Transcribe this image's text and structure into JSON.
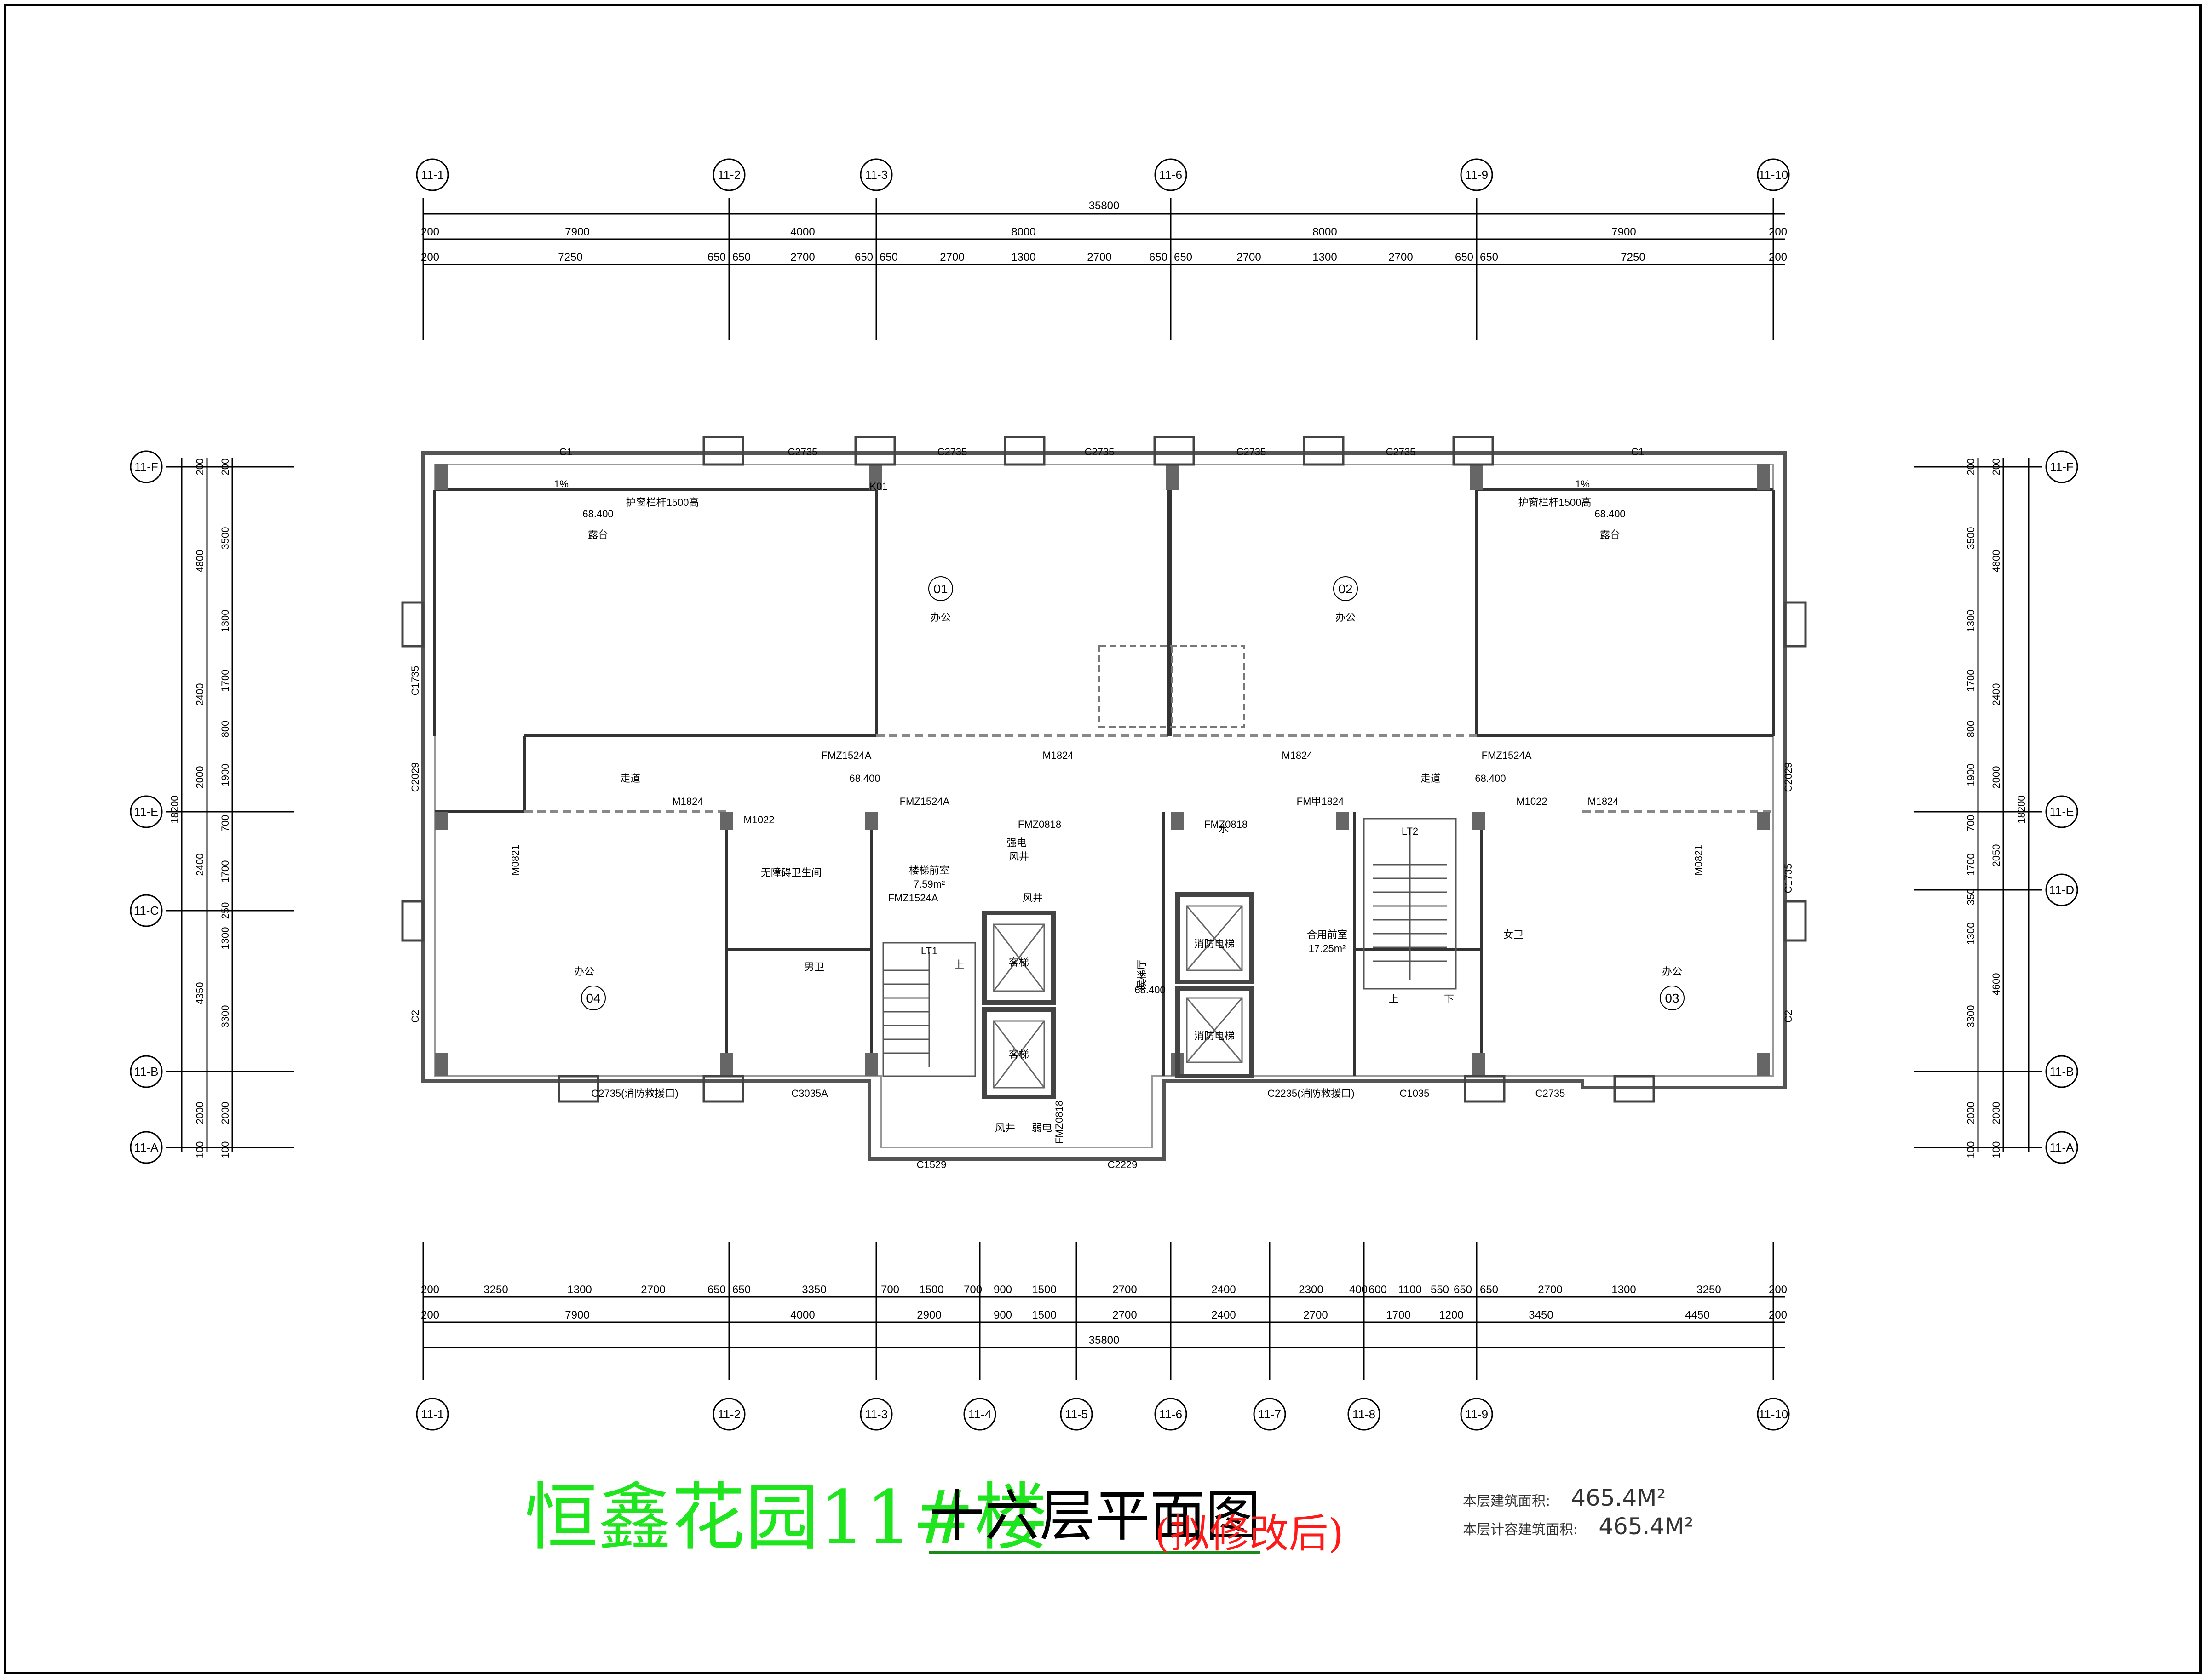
{
  "title": {
    "main": "恒鑫花园11#楼",
    "sub": "十六层平面图",
    "note": "(拟修改后)"
  },
  "area": {
    "floor_label": "本层建筑面积:",
    "floor_value": "465.4M²",
    "count_label": "本层计容建筑面积:",
    "count_value": "465.4M²"
  },
  "axes": {
    "top": [
      "11-1",
      "11-2",
      "11-3",
      "11-6",
      "11-9",
      "11-10"
    ],
    "bottom": [
      "11-1",
      "11-2",
      "11-3",
      "11-4",
      "11-5",
      "11-6",
      "11-7",
      "11-8",
      "11-9",
      "11-10"
    ],
    "left": [
      "11-F",
      "11-E",
      "11-C",
      "11-B",
      "11-A"
    ],
    "right": [
      "11-F",
      "11-E",
      "11-D",
      "11-B",
      "11-A"
    ]
  },
  "dims": {
    "top_total": "35800",
    "top_row1": [
      "200",
      "7900",
      "4000",
      "8000",
      "8000",
      "7900",
      "200"
    ],
    "top_row2": [
      "200",
      "7250",
      "650",
      "650",
      "2700",
      "650",
      "650",
      "2700",
      "1300",
      "2700",
      "650",
      "650",
      "2700",
      "1300",
      "2700",
      "650",
      "650",
      "7250",
      "200"
    ],
    "bottom_row1": [
      "200",
      "3250",
      "1300",
      "2700",
      "650",
      "650",
      "3350",
      "700",
      "1500",
      "700",
      "900",
      "1500",
      "2700",
      "2400",
      "2300",
      "400",
      "600",
      "1100",
      "550",
      "650",
      "650",
      "2700",
      "1300",
      "3250",
      "200"
    ],
    "bottom_row2": [
      "200",
      "7900",
      "4000",
      "2900",
      "900",
      "1500",
      "2700",
      "2400",
      "2700",
      "1700",
      "1200",
      "3450",
      "4450",
      "200"
    ],
    "bottom_total": "35800",
    "left_total": "18200",
    "left_row1": [
      "200",
      "4800",
      "2400",
      "2000",
      "2400",
      "4350",
      "2000",
      "100"
    ],
    "left_row2": [
      "200",
      "3500",
      "1300",
      "1700",
      "800",
      "1900",
      "700",
      "1700",
      "250",
      "1300",
      "3300",
      "2000",
      "100"
    ],
    "right_total": "18200",
    "right_row1": [
      "200",
      "4800",
      "2400",
      "2000",
      "2050",
      "4600",
      "2000",
      "100"
    ],
    "right_row2": [
      "200",
      "3500",
      "1300",
      "1700",
      "800",
      "1900",
      "700",
      "1700",
      "350",
      "1300",
      "3300",
      "2000",
      "100"
    ]
  },
  "labels": {
    "rooms": [
      "01",
      "02",
      "03",
      "04"
    ],
    "office": "办公",
    "corridor": "走道",
    "stair1": "LT1",
    "stair2": "LT2",
    "lift_hall": "候梯厅",
    "stair_room": "楼梯前室",
    "stair_area": "7.59m²",
    "shared_room": "合用前室",
    "shared_area": "17.25m²",
    "wc_m": "男卫",
    "wc_f": "女卫",
    "wc_acc": "无障碍卫生间",
    "terrace": "露台",
    "elevation1": "68.400",
    "slope": "1%",
    "rail": "护窗栏杆1500高",
    "rail2": "护窗栏杆",
    "doors": [
      "C1",
      "C2735",
      "C2735",
      "C2735",
      "C2735",
      "C2735",
      "C1",
      "C1735",
      "C2029",
      "C2",
      "C2735(消防救援口)",
      "C3035A",
      "C1529",
      "C2229",
      "C2235(消防救援口)",
      "C1035",
      "C2735",
      "C1735",
      "C2029",
      "C2",
      "FMZ1524A",
      "FMZ1524A",
      "FMZ1524A",
      "FMZ1524A",
      "M1824",
      "M1824",
      "M1824",
      "M1824",
      "M1022",
      "M1022",
      "FMZ0818",
      "FMZ0818",
      "FM甲1824",
      "K01",
      "M0821",
      "M0821",
      "FMZ0818"
    ],
    "shaft": "风井",
    "power": "强电",
    "fire_lift": "消防电梯",
    "lift": "客梯",
    "water": "水",
    "weak": "弱电",
    "up": "上",
    "down": "下"
  }
}
